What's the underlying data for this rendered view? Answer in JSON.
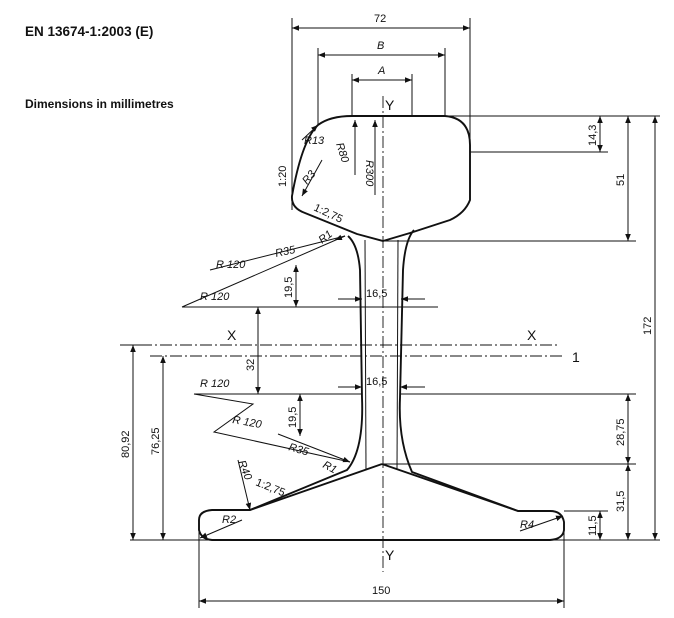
{
  "header": {
    "standard": "EN 13674-1:2003 (E)",
    "units": "Dimensions in millimetres"
  },
  "dimensions": {
    "head_width": "72",
    "b": "B",
    "a": "A",
    "foot_width": "150",
    "height": "172",
    "head_depth": "51",
    "head_top": "14,3",
    "web_lower": "28,75",
    "foot_depth": "31,5",
    "foot_edge": "11,5",
    "web_upper": "16,5",
    "web_lower_thk": "16,5",
    "neutral_1": "80,92",
    "neutral_2": "76,25",
    "offset_32": "32",
    "h19_upper": "19,5",
    "h19_lower": "19,5"
  },
  "radii": {
    "r13": "R13",
    "r80": "R80",
    "r300": "R300",
    "r3": "R3",
    "r1_upper": "R1",
    "r35_upper": "R35",
    "r120_a": "R  120",
    "r120_b": "R 120",
    "r120_c": "R  120",
    "r120_d": "R  120",
    "r35_lower": "R35",
    "r1_lower": "R1",
    "r40": "R40",
    "r2": "R2",
    "r4": "R4"
  },
  "slopes": {
    "s1_20": "1:20",
    "s1_275_upper": "1:2,75",
    "s1_275_lower": "1:2,75"
  },
  "axes": {
    "x_left": "X",
    "x_right": "X",
    "y_top": "Y",
    "y_bottom": "Y",
    "line_1": "1"
  }
}
